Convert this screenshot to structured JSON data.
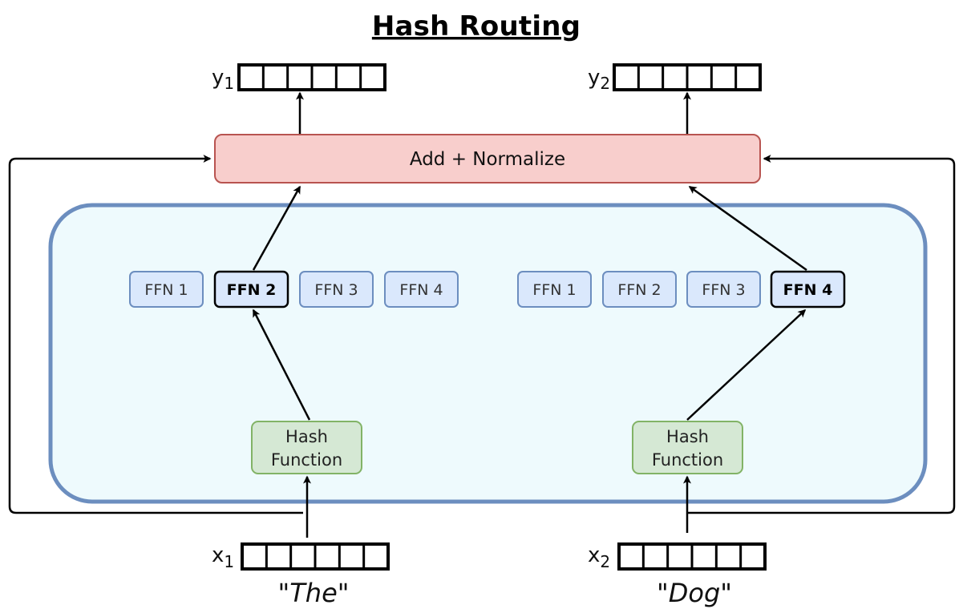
{
  "title": "Hash Routing",
  "normalize_label": "Add + Normalize",
  "colors": {
    "expert_region_fill": "#eefafd",
    "expert_region_stroke": "#6c8ebf",
    "normalize_fill": "#f8cecc",
    "normalize_stroke": "#b85450",
    "ffn_fill": "#dae8fc",
    "ffn_stroke": "#6c8ebf",
    "ffn_active_stroke": "#000000",
    "hash_fill": "#d5e8d4",
    "hash_stroke": "#82b366",
    "arrow": "#000000"
  },
  "left": {
    "input": {
      "var": "x",
      "sub": "1",
      "token": "\"The\"",
      "cells": 6
    },
    "output": {
      "var": "y",
      "sub": "1",
      "cells": 6
    },
    "hash": {
      "line1": "Hash",
      "line2": "Function"
    },
    "ffns": [
      {
        "label": "FFN 1",
        "selected": false
      },
      {
        "label": "FFN 2",
        "selected": true
      },
      {
        "label": "FFN 3",
        "selected": false
      },
      {
        "label": "FFN 4",
        "selected": false
      }
    ]
  },
  "right": {
    "input": {
      "var": "x",
      "sub": "2",
      "token": "\"Dog\"",
      "cells": 6
    },
    "output": {
      "var": "y",
      "sub": "2",
      "cells": 6
    },
    "hash": {
      "line1": "Hash",
      "line2": "Function"
    },
    "ffns": [
      {
        "label": "FFN 1",
        "selected": false
      },
      {
        "label": "FFN 2",
        "selected": false
      },
      {
        "label": "FFN 3",
        "selected": false
      },
      {
        "label": "FFN 4",
        "selected": true
      }
    ]
  }
}
